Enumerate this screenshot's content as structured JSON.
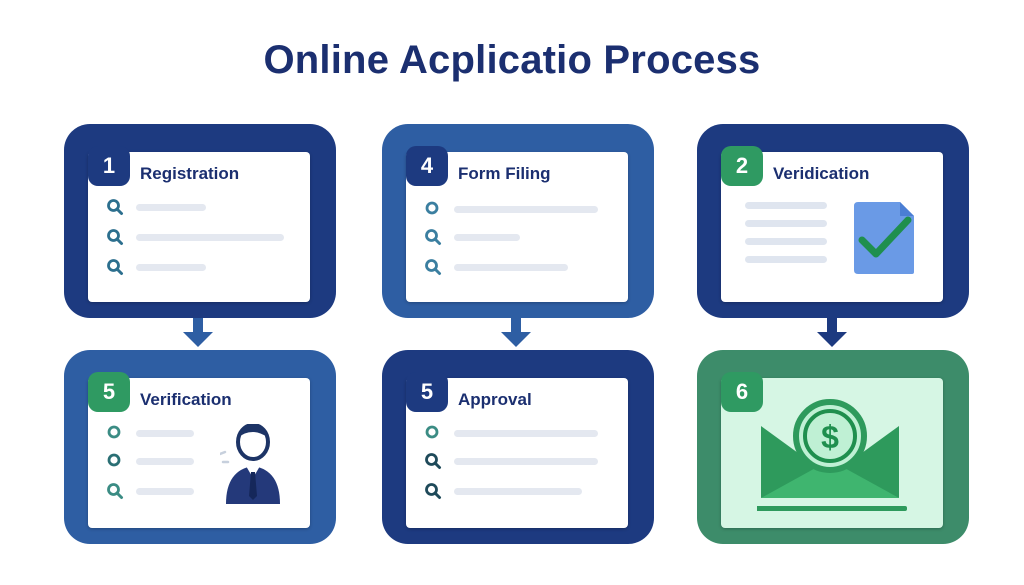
{
  "title": "Online Acplicatio Process",
  "steps": [
    {
      "number": "1",
      "label": "Registration"
    },
    {
      "number": "4",
      "label": "Form Filing"
    },
    {
      "number": "2",
      "label": "Veridication"
    },
    {
      "number": "5",
      "label": "Verification"
    },
    {
      "number": "5",
      "label": "Approval"
    },
    {
      "number": "6",
      "label": ""
    }
  ],
  "colors": {
    "navy": "#1d3a80",
    "blue": "#2e5ea3",
    "green": "#3d8c6a",
    "badge_green": "#2f9a62",
    "title": "#1b2f70"
  },
  "icons": [
    "search-icon",
    "document-lines-icon",
    "checkbox-check-icon",
    "person-icon",
    "money-envelope-icon",
    "dollar-icon",
    "arrow-down-icon"
  ]
}
